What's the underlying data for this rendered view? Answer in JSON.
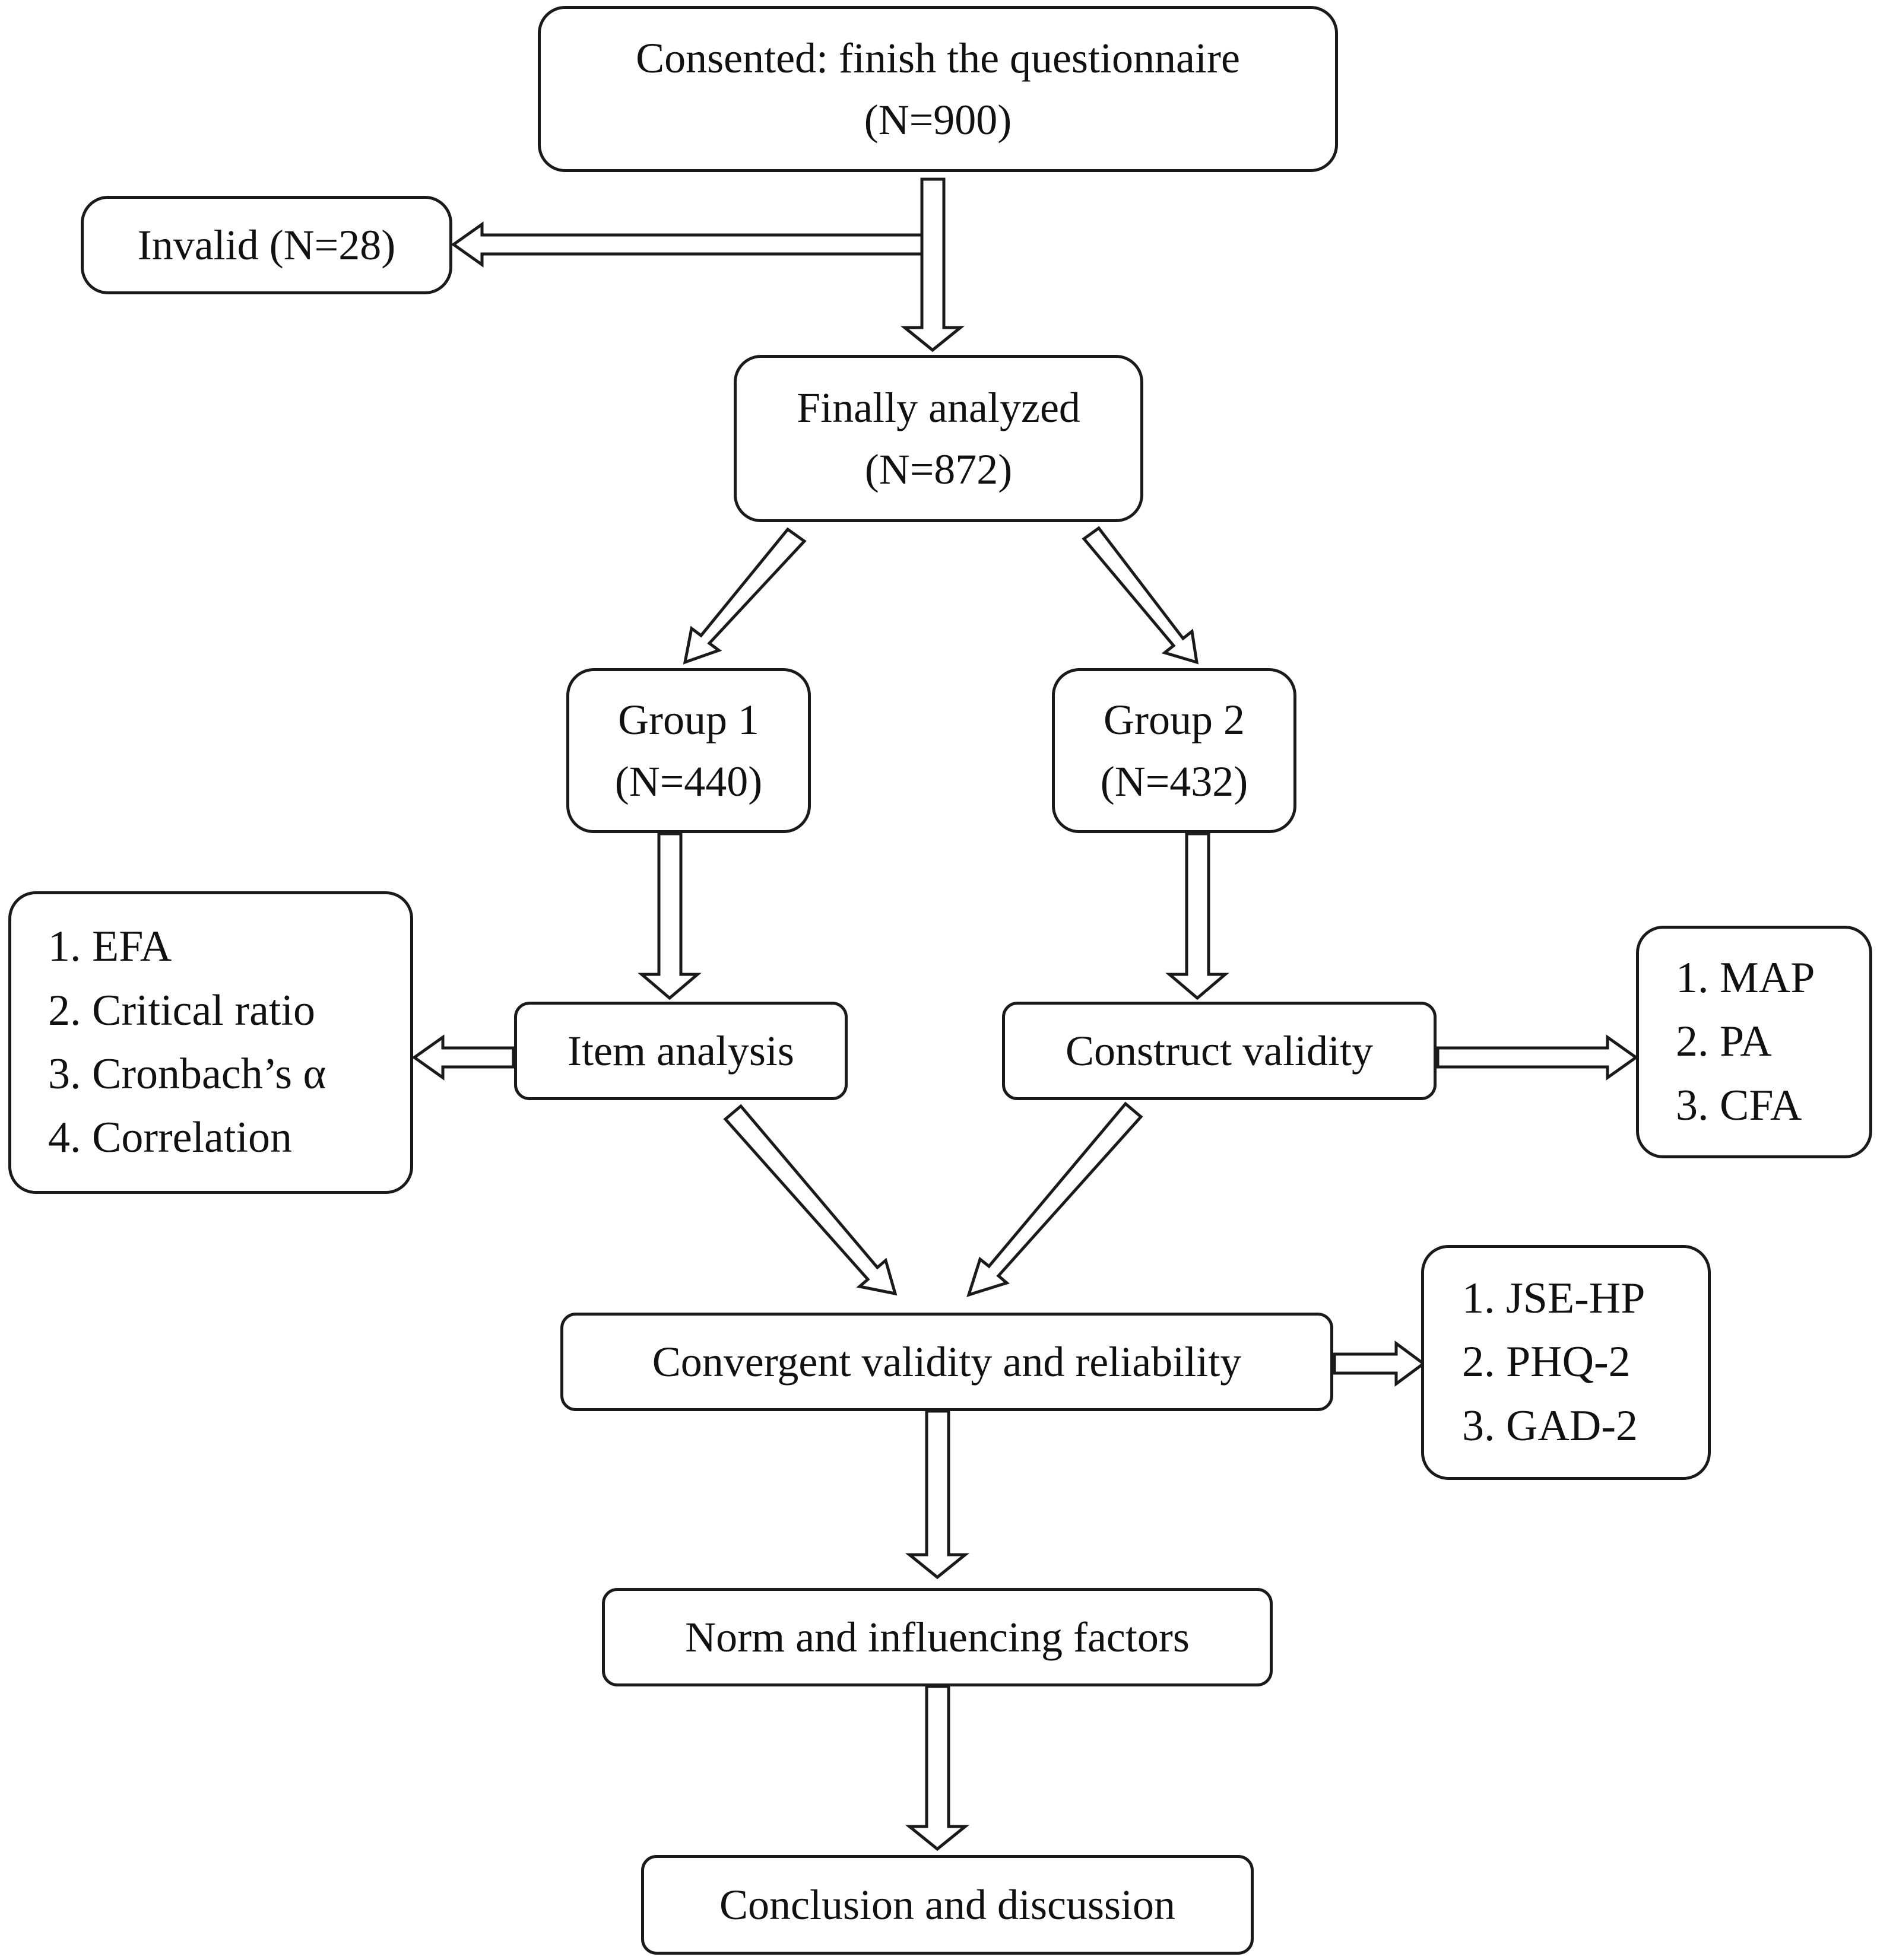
{
  "nodes": {
    "consented": {
      "line1": "Consented: finish the questionnaire",
      "line2": "(N=900)"
    },
    "invalid": {
      "line1": "Invalid (N=28)"
    },
    "final": {
      "line1": "Finally analyzed",
      "line2": "(N=872)"
    },
    "group1": {
      "line1": "Group 1",
      "line2": "(N=440)"
    },
    "group2": {
      "line1": "Group 2",
      "line2": "(N=432)"
    },
    "item_analysis": {
      "line1": "Item analysis"
    },
    "construct": {
      "line1": "Construct validity"
    },
    "convergent": {
      "line1": "Convergent validity and reliability"
    },
    "norm": {
      "line1": "Norm and influencing factors"
    },
    "conclusion": {
      "line1": "Conclusion and discussion"
    }
  },
  "lists": {
    "item_methods": [
      "1. EFA",
      "2. Critical ratio",
      "3. Cronbach’s α",
      "4. Correlation"
    ],
    "construct_methods": [
      "1. MAP",
      "2. PA",
      "3. CFA"
    ],
    "convergent_scales": [
      "1. JSE-HP",
      "2. PHQ-2",
      "3. GAD-2"
    ]
  },
  "colors": {
    "stroke": "#1a1a1a",
    "background": "#ffffff"
  }
}
